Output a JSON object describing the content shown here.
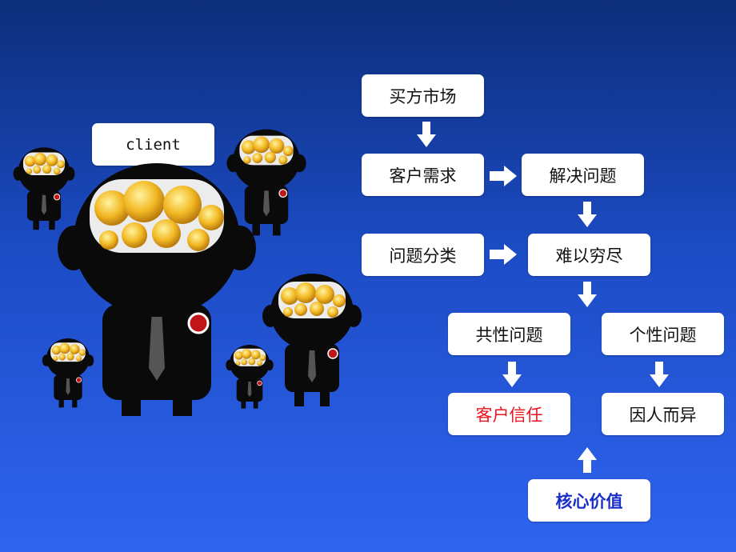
{
  "client_label": "client",
  "nodes": {
    "buyer_market": "买方市场",
    "customer_needs": "客户需求",
    "solve_problems": "解决问题",
    "problem_classify": "问题分类",
    "inexhaustible": "难以穷尽",
    "common_problems": "共性问题",
    "individual_problems": "个性问题",
    "customer_trust": "客户信任",
    "varies_by_person": "因人而异",
    "core_value": "核心价值"
  },
  "colors": {
    "background_top": "#0d2e7a",
    "background_bottom": "#2f64f0",
    "highlight_red": "#e8141e",
    "highlight_blue": "#1a2ec8"
  },
  "icons": [
    "down-arrow-icon",
    "right-arrow-icon",
    "up-arrow-icon",
    "money-head-figure-icon"
  ]
}
